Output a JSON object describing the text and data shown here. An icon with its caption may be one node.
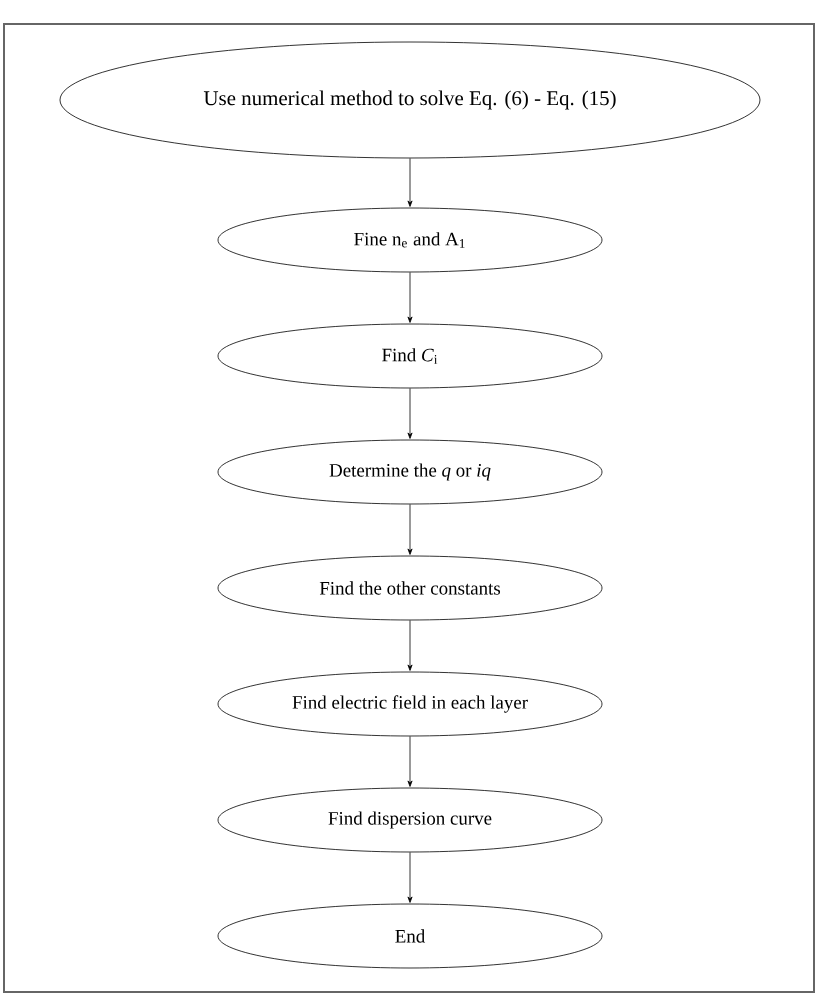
{
  "diagram": {
    "nodes": [
      {
        "text": [
          "Use numerical method to solve Eq. (6) - Eq. (15)"
        ]
      },
      {
        "text": [
          "Fine n$_{e}$ and A$_{1}$"
        ]
      },
      {
        "text": [
          "Find *C*$_{i}$"
        ]
      },
      {
        "text": [
          "Determine the *q* or *iq*"
        ]
      },
      {
        "text": [
          "Find the other constants"
        ]
      },
      {
        "text": [
          "Find electric field in each layer"
        ]
      },
      {
        "text": [
          "Find dispersion curve"
        ]
      },
      {
        "text": [
          "End"
        ]
      }
    ],
    "edges": [
      {
        "from": 0,
        "to": 1,
        "arrow": "to"
      },
      {
        "from": 1,
        "to": 2,
        "arrow": "to"
      },
      {
        "from": 2,
        "to": 3,
        "arrow": "to"
      },
      {
        "from": 3,
        "to": 4,
        "arrow": "to"
      },
      {
        "from": 4,
        "to": 5,
        "arrow": "to"
      },
      {
        "from": 5,
        "to": 6,
        "arrow": "to"
      },
      {
        "from": 6,
        "to": 7,
        "arrow": "to"
      }
    ]
  }
}
